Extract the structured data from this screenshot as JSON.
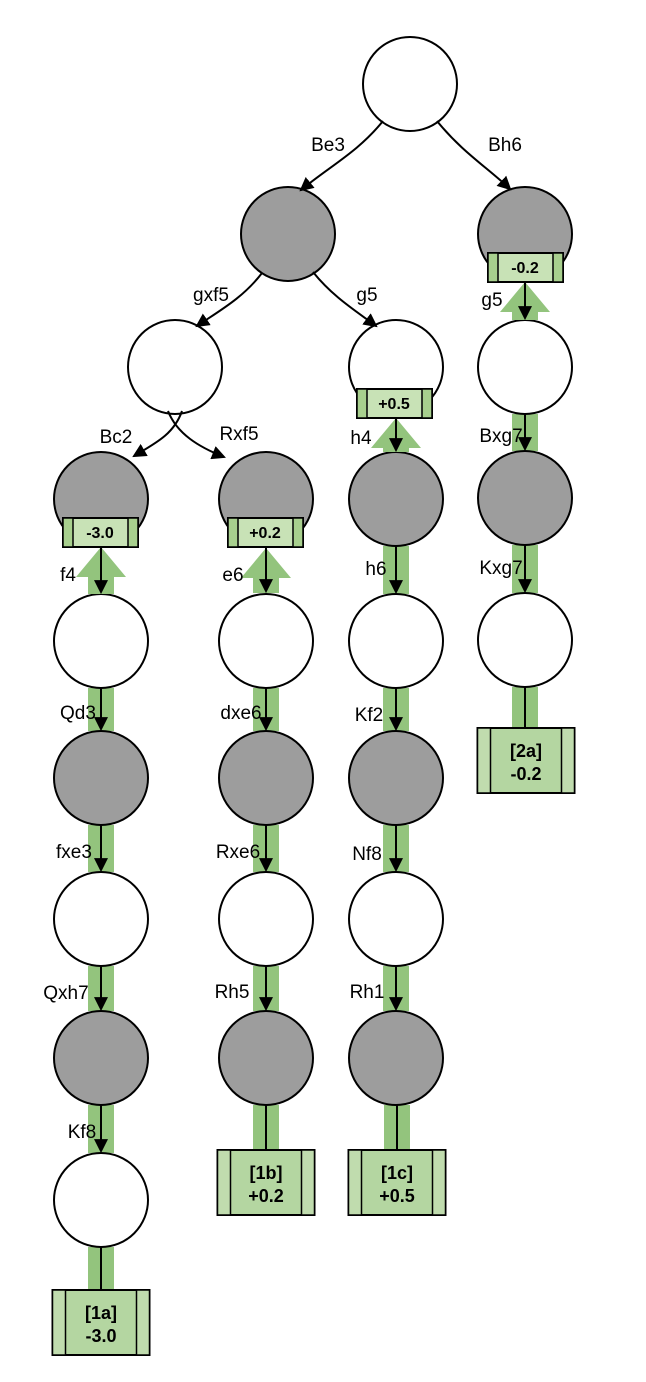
{
  "diagram_type": "chess-variation-tree",
  "labels": {
    "be3": "Be3",
    "bh6": "Bh6",
    "gxf5": "gxf5",
    "g5_left": "g5",
    "bc2": "Bc2",
    "rxf5": "Rxf5",
    "h4": "h4",
    "g5_right": "g5",
    "f4": "f4",
    "e6": "e6",
    "h6": "h6",
    "bxg7": "Bxg7",
    "qd3": "Qd3",
    "dxe6": "dxe6",
    "kf2": "Kf2",
    "kxg7": "Kxg7",
    "fxe3": "fxe3",
    "rxe6": "Rxe6",
    "nf8": "Nf8",
    "qxh7": "Qxh7",
    "rh5": "Rh5",
    "rh1": "Rh1",
    "kf8": "Kf8"
  },
  "eval_badges": {
    "bc2_line": "-3.0",
    "rxf5_line": "+0.2",
    "g5_line": "+0.5",
    "bh6_line": "-0.2"
  },
  "terminals": {
    "t1a": {
      "id": "[1a]",
      "eval": "-3.0"
    },
    "t1b": {
      "id": "[1b]",
      "eval": "+0.2"
    },
    "t1c": {
      "id": "[1c]",
      "eval": "+0.5"
    },
    "t2a": {
      "id": "[2a]",
      "eval": "-0.2"
    }
  },
  "variations": [
    {
      "moves": [
        "Be3",
        "gxf5",
        "Bc2",
        "f4",
        "Qd3",
        "fxe3",
        "Qxh7",
        "Kf8"
      ],
      "terminal": "[1a]",
      "eval": "-3.0"
    },
    {
      "moves": [
        "Be3",
        "gxf5",
        "Rxf5",
        "e6",
        "dxe6",
        "Rxe6",
        "Rh5"
      ],
      "terminal": "[1b]",
      "eval": "+0.2"
    },
    {
      "moves": [
        "Be3",
        "g5",
        "h4",
        "h6",
        "Kf2",
        "Nf8",
        "Rh1"
      ],
      "terminal": "[1c]",
      "eval": "+0.5"
    },
    {
      "moves": [
        "Bh6",
        "g5",
        "Bxg7",
        "Kxg7"
      ],
      "terminal": "[2a]",
      "eval": "-0.2"
    }
  ],
  "colors": {
    "node_gray": "#9d9d9d",
    "node_white": "#ffffff",
    "pv_green": "#93c47d",
    "badge_fill": "#c8e2b6",
    "badge_cap": "#a8d08e",
    "terminal_fill": "#b4d6a1",
    "terminal_cap": "#c0dcae",
    "outline": "#000000"
  }
}
